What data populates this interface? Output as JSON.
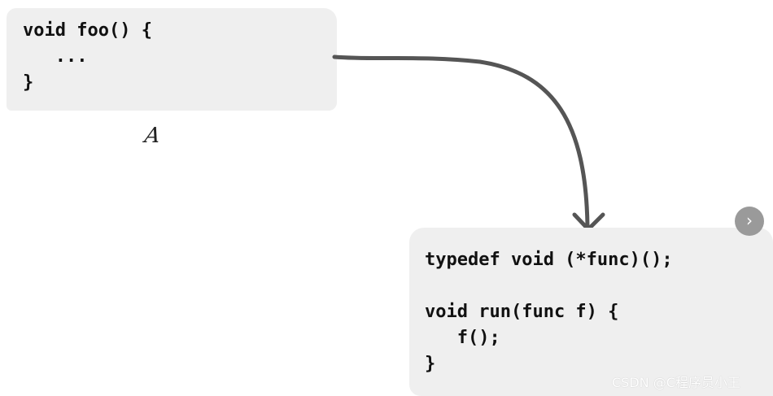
{
  "diagram": {
    "box_a": {
      "code": "void foo() {\n   ...\n}",
      "label": "A"
    },
    "box_b": {
      "code": "typedef void (*func)();\n\nvoid run(func f) {\n   f();\n}"
    },
    "arrow_color": "#555555",
    "box_color": "#efefef"
  },
  "overlay": {
    "next_icon": "chevron-right-icon",
    "next_glyph": "›",
    "watermark": "CSDN @C程序员小王"
  }
}
